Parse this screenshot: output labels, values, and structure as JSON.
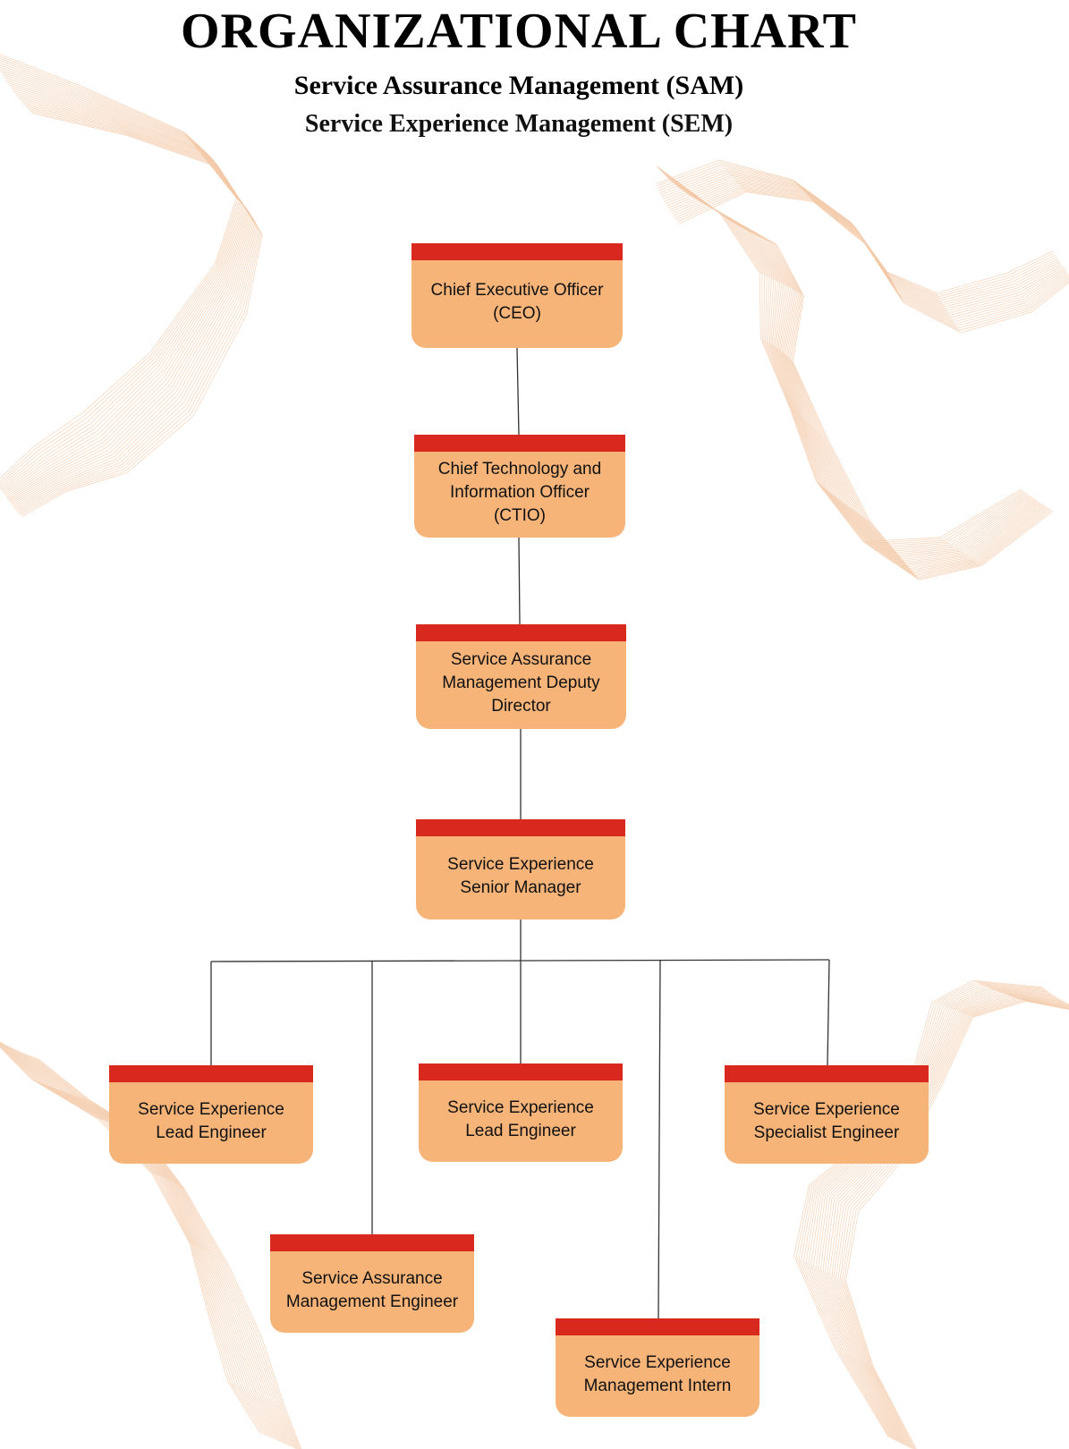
{
  "header": {
    "title": "ORGANIZATIONAL CHART",
    "subtitle": "Service Assurance Management (SAM)",
    "subtitle2": "Service Experience Management (SEM)"
  },
  "colors": {
    "box_fill": "#f7b479",
    "box_bar": "#d9281e",
    "connector": "#333333",
    "wave": "#f3c9a8"
  },
  "nodes": {
    "ceo": "Chief Executive Officer\n(CEO)",
    "ctio": "Chief Technology and\nInformation Officer\n(CTIO)",
    "deputy": "Service Assurance\nManagement Deputy\nDirector",
    "senior": "Service Experience\nSenior Manager",
    "lead1": "Service Experience\nLead Engineer",
    "lead2": "Service Experience\nLead Engineer",
    "spec": "Service Experience\nSpecialist Engineer",
    "sam_eng": "Service Assurance\nManagement Engineer",
    "intern": "Service Experience\nManagement Intern"
  }
}
